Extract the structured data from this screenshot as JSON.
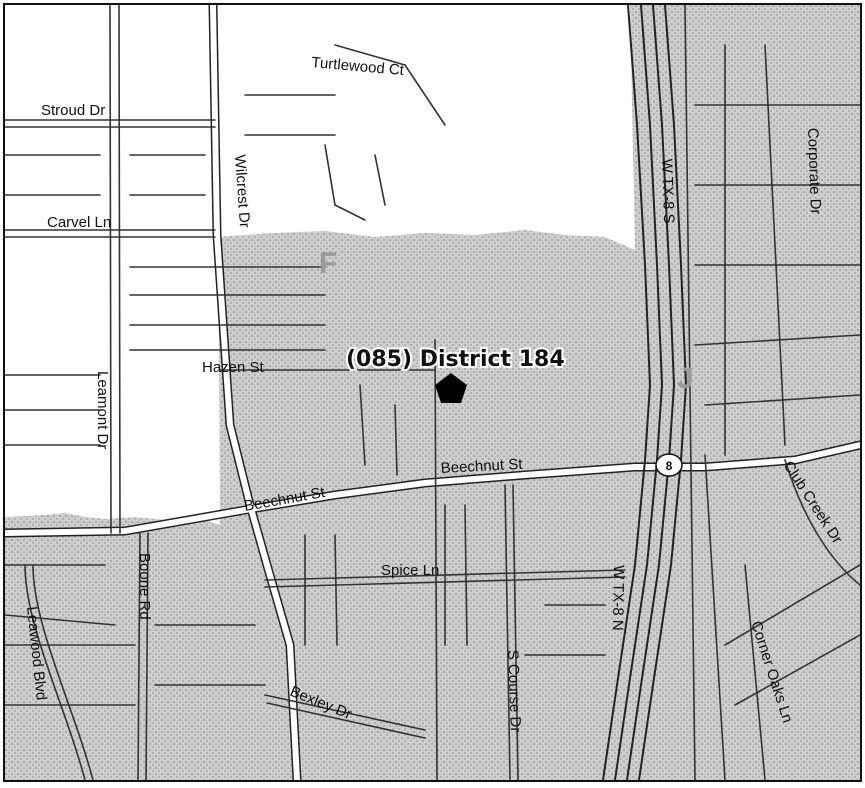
{
  "streets": {
    "turtlewood_ct": "Turtlewood Ct",
    "stroud_dr": "Stroud Dr",
    "carvel_ln": "Carvel Ln",
    "wilcrest_dr": "Wilcrest Dr",
    "hazen_st": "Hazen St",
    "leamont_dr": "Leamont Dr",
    "beechnut_st_west": "Beechnut St",
    "beechnut_st_east": "Beechnut St",
    "spice_ln": "Spice Ln",
    "boone_rd": "Boone Rd",
    "leawood_blvd": "Leawood Blvd",
    "bexley_dr": "Bexley Dr",
    "s_course_dr": "S Course Dr",
    "corner_oaks_ln": "Corner Oaks Ln",
    "club_creek_dr": "Club Creek Dr",
    "corporate_dr": "Corporate Dr",
    "w_tx8_s": "W TX-8 S",
    "w_tx8_n": "W TX-8 N"
  },
  "highway_shield": "8",
  "district_label": "(085) District 184",
  "colors": {
    "map_fill": "#c9c9c9",
    "road": "#ffffff",
    "line": "#222222",
    "marker": "#000000"
  },
  "icons": {
    "district_marker": "pentagon-marker-icon",
    "highway_shield": "highway-shield-icon"
  }
}
